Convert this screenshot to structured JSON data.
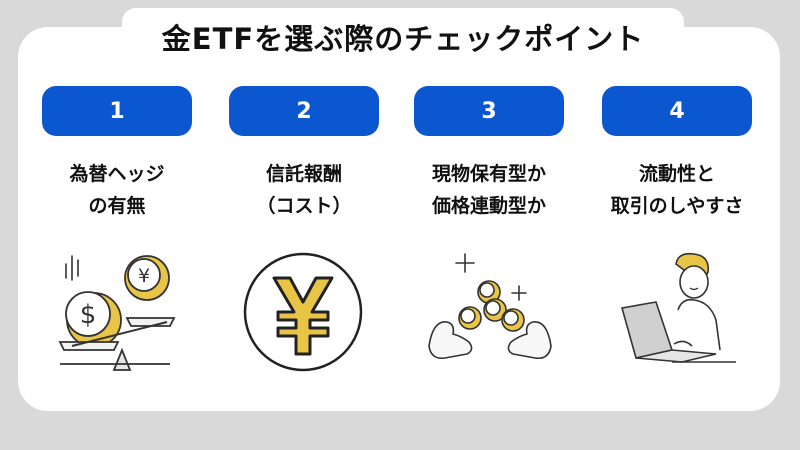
{
  "title": "金ETFを選ぶ際のチェックポイント",
  "items": [
    {
      "number": "1",
      "line1": "為替ヘッジ",
      "line2": "の有無",
      "icon": "currency-scale-icon"
    },
    {
      "number": "2",
      "line1": "信託報酬",
      "line2": "（コスト）",
      "icon": "yen-coin-icon"
    },
    {
      "number": "3",
      "line1": "現物保有型か",
      "line2": "価格連動型か",
      "icon": "coins-hands-icon"
    },
    {
      "number": "4",
      "line1": "流動性と",
      "line2": "取引のしやすさ",
      "icon": "person-laptop-icon"
    }
  ],
  "colors": {
    "accent": "#0b57d0",
    "gold": "#e8c547",
    "background": "#d9d9d9"
  }
}
